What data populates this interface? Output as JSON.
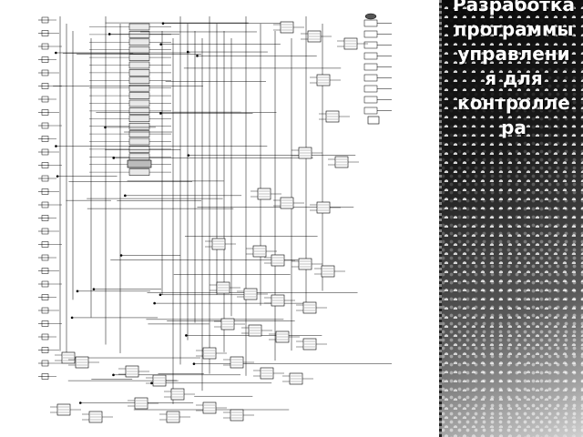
{
  "slide": {
    "title_lines": [
      "Разработка",
      "программы",
      "управлени",
      "я для",
      "контролле",
      "ра"
    ]
  },
  "colors": {
    "title_text": "#ffffff",
    "panel_background": "#ffffff",
    "schematic_lines": "#000000",
    "right_panel_dark": "#0a0a0a",
    "right_panel_light": "#cfcfcf"
  }
}
